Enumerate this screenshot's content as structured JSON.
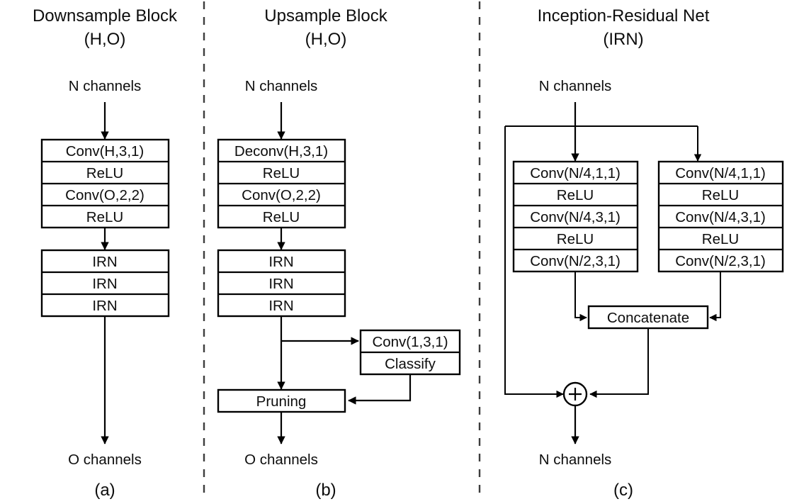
{
  "figure": {
    "caption_a": "(a)",
    "caption_b": "(b)",
    "caption_c": "(c)",
    "stroke_color": "#000000",
    "divider_color": "#3d3d3d",
    "background": "#ffffff"
  },
  "panel_a": {
    "title_line1": "Downsample Block",
    "title_line2": "(H,O)",
    "input_label": "N channels",
    "output_label": "O channels",
    "stack1": [
      "Conv(H,3,1)",
      "ReLU",
      "Conv(O,2,2)",
      "ReLU"
    ],
    "stack2": [
      "IRN",
      "IRN",
      "IRN"
    ]
  },
  "panel_b": {
    "title_line1": "Upsample Block",
    "title_line2": "(H,O)",
    "input_label": "N channels",
    "output_label": "O channels",
    "stack1": [
      "Deconv(H,3,1)",
      "ReLU",
      "Conv(O,2,2)",
      "ReLU"
    ],
    "stack2": [
      "IRN",
      "IRN",
      "IRN"
    ],
    "branch": [
      "Conv(1,3,1)",
      "Classify"
    ],
    "merge": "Pruning"
  },
  "panel_c": {
    "title_line1": "Inception-Residual Net",
    "title_line2": "(IRN)",
    "input_label": "N channels",
    "output_label": "N channels",
    "left_stack": [
      "Conv(N/4,1,1)",
      "ReLU",
      "Conv(N/4,3,1)",
      "ReLU",
      "Conv(N/2,3,1)"
    ],
    "right_stack": [
      "Conv(N/4,1,1)",
      "ReLU",
      "Conv(N/4,3,1)",
      "ReLU",
      "Conv(N/2,3,1)"
    ],
    "concat": "Concatenate",
    "add_symbol": "+"
  }
}
